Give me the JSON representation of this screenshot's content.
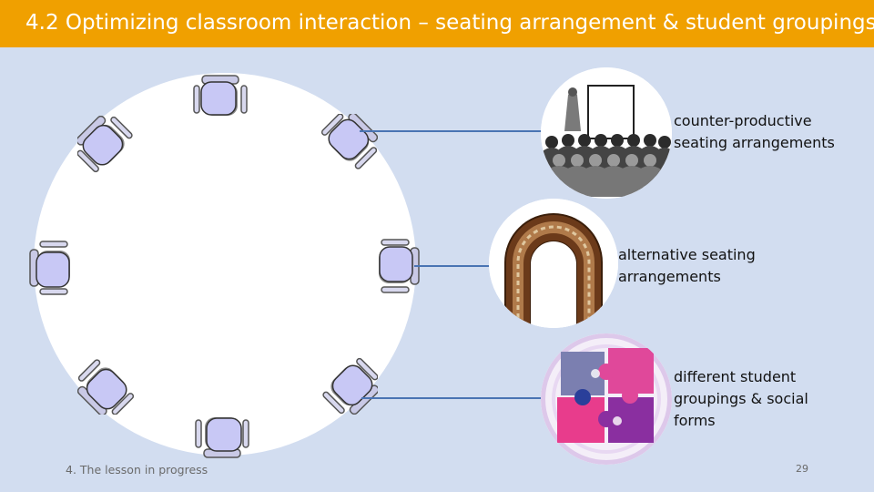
{
  "slide": {
    "title": "4.2 Optimizing classroom interaction – seating arrangement & student groupings",
    "title_bar_color": "#f0a000",
    "background_color": "#d2ddf0",
    "connector_color": "#4a74b3"
  },
  "items": [
    {
      "label_line1": "counter-productive",
      "label_line2": "seating arrangements",
      "icon": "lecture-audience-icon"
    },
    {
      "label_line1": "alternative seating",
      "label_line2": "arrangements",
      "icon": "horseshoe-seating-icon"
    },
    {
      "label_line1": "different student",
      "label_line2": "groupings & social",
      "label_line3": "forms",
      "icon": "puzzle-pieces-icon"
    }
  ],
  "footer": {
    "text": "4. The lesson in progress",
    "page_number": "29"
  }
}
